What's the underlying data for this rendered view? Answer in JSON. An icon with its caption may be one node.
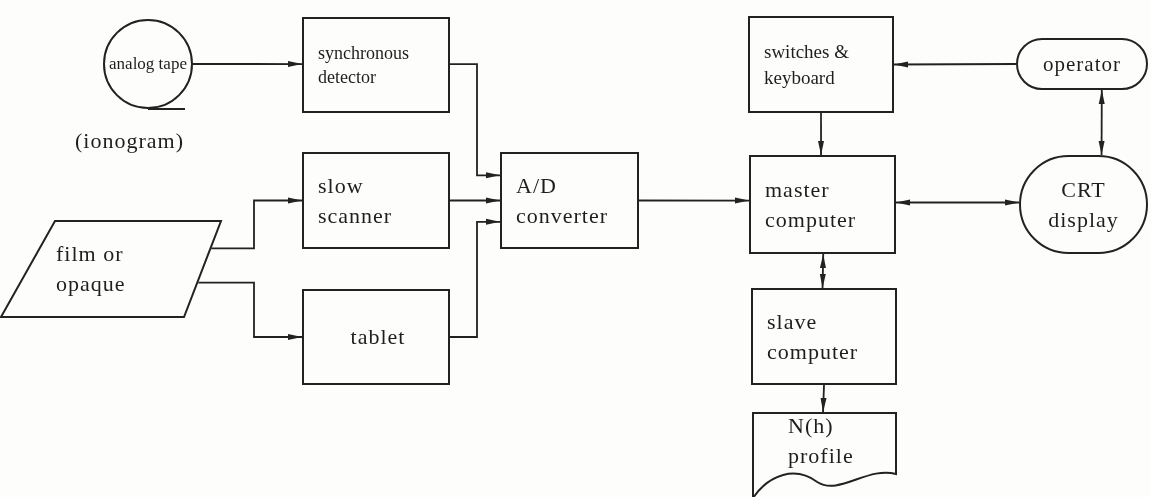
{
  "diagram": {
    "nodes": [
      {
        "text": [
          "analog tape"
        ],
        "beside": [
          "(ionogram)"
        ]
      },
      {
        "text": [
          "synchronous detector"
        ]
      },
      {
        "text": [
          "film or opaque"
        ]
      },
      {
        "text": [
          "slow scanner"
        ]
      },
      {
        "text": [
          "tablet"
        ]
      },
      {
        "text": [
          "A/D converter"
        ]
      },
      {
        "text": [
          "switches & keyboard"
        ]
      },
      {
        "text": [
          "operator"
        ]
      },
      {
        "text": [
          "master computer"
        ]
      },
      {
        "text": [
          "CRT display"
        ]
      },
      {
        "text": [
          "slave computer"
        ]
      },
      {
        "text": [
          "N(h) profile"
        ]
      }
    ],
    "edges": [
      {
        "from": 0,
        "to": 1,
        "arrow": "to"
      },
      {
        "from": 1,
        "to": 5,
        "arrow": "to"
      },
      {
        "from": 2,
        "to": 3,
        "arrow": "to"
      },
      {
        "from": 2,
        "to": 4,
        "arrow": "to"
      },
      {
        "from": 3,
        "to": 5,
        "arrow": "to"
      },
      {
        "from": 4,
        "to": 5,
        "arrow": "to"
      },
      {
        "from": 5,
        "to": 8,
        "arrow": "to"
      },
      {
        "from": 7,
        "to": 6,
        "arrow": "to"
      },
      {
        "from": 6,
        "to": 8,
        "arrow": "to"
      },
      {
        "from": 7,
        "to": 9,
        "arrow": "both"
      },
      {
        "from": 8,
        "to": 9,
        "arrow": "both"
      },
      {
        "from": 8,
        "to": 10,
        "arrow": "both"
      },
      {
        "from": 10,
        "to": 11,
        "arrow": "to"
      }
    ]
  }
}
